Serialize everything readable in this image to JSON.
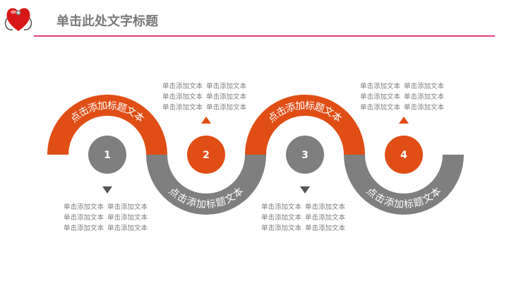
{
  "header": {
    "title": "单击此处文字标题",
    "logo_icon": "heart-stethoscope-icon"
  },
  "colors": {
    "orange": "#e04e16",
    "gray": "#7f7f7f",
    "accent_line": "#e0407a"
  },
  "steps": [
    {
      "number": "1",
      "arc_title": "点击添加标题文本",
      "text": [
        "单击添加文本",
        "单击添加文本",
        "单击添加文本",
        "单击添加文本",
        "单击添加文本",
        "单击添加文本"
      ]
    },
    {
      "number": "2",
      "arc_title": "点击添加标题文本",
      "text": [
        "单击添加文本",
        "单击添加文本",
        "单击添加文本",
        "单击添加文本",
        "单击添加文本",
        "单击添加文本"
      ]
    },
    {
      "number": "3",
      "arc_title": "点击添加标题文本",
      "text": [
        "单击添加文本",
        "单击添加文本",
        "单击添加文本",
        "单击添加文本",
        "单击添加文本",
        "单击添加文本"
      ]
    },
    {
      "number": "4",
      "arc_title": "点击添加标题文本",
      "text": [
        "单击添加文本",
        "单击添加文本",
        "单击添加文本",
        "单击添加文本",
        "单击添加文本",
        "单击添加文本"
      ]
    }
  ]
}
